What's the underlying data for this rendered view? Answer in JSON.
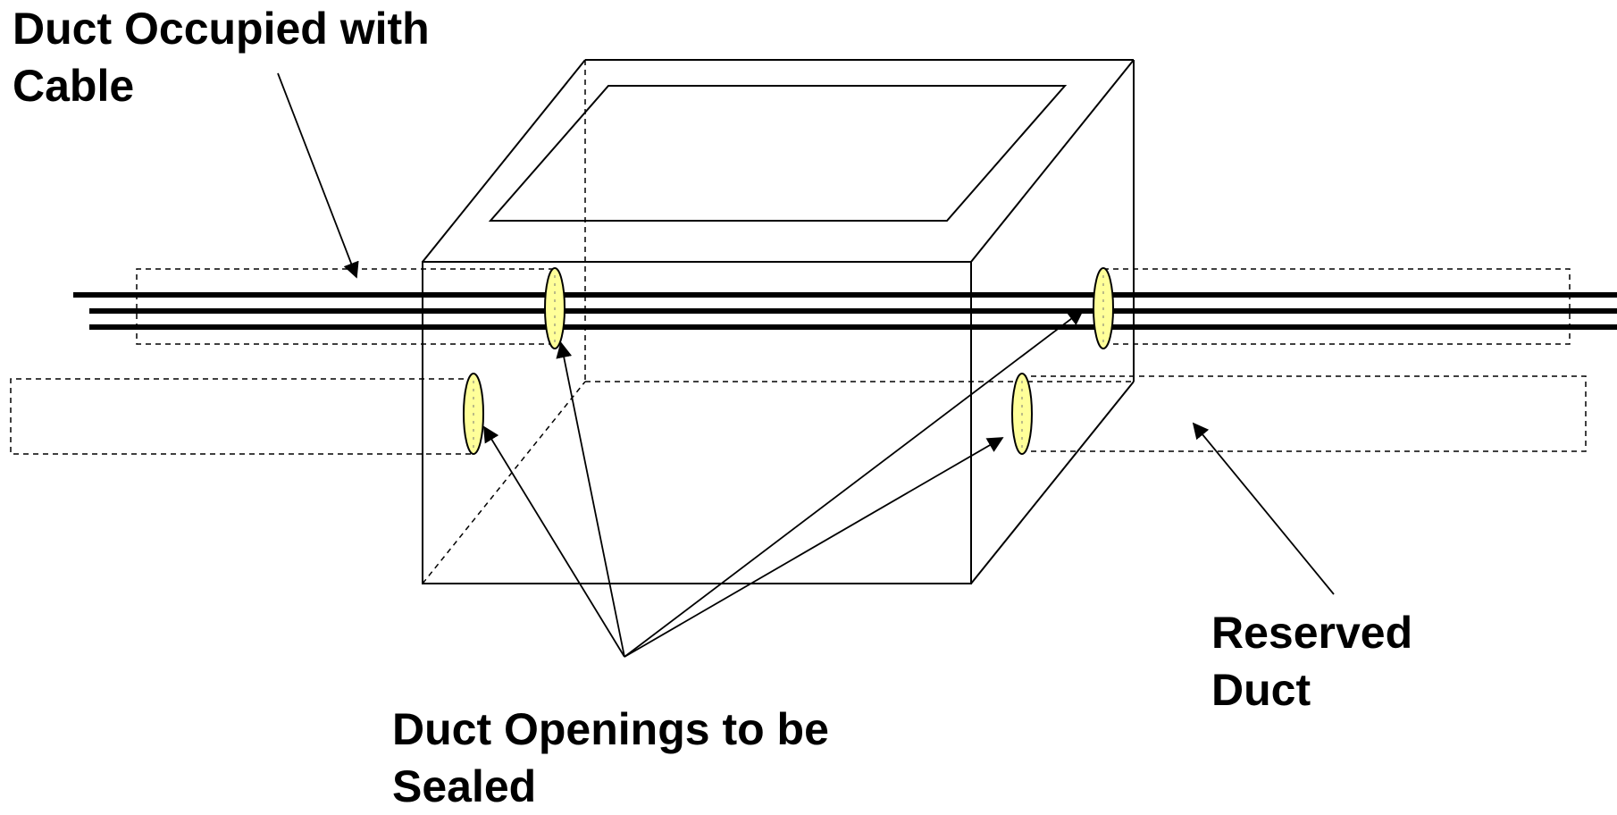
{
  "labels": {
    "cable_duct": {
      "line1": "Duct Occupied with",
      "line2": "Cable"
    },
    "reserved_duct": {
      "line1": "Reserved",
      "line2": "Duct"
    },
    "openings": {
      "line1": "Duct Openings to be",
      "line2": "Sealed"
    }
  },
  "colors": {
    "stroke": "#000000",
    "seal_fill": "#ffff99",
    "background": "#ffffff"
  }
}
